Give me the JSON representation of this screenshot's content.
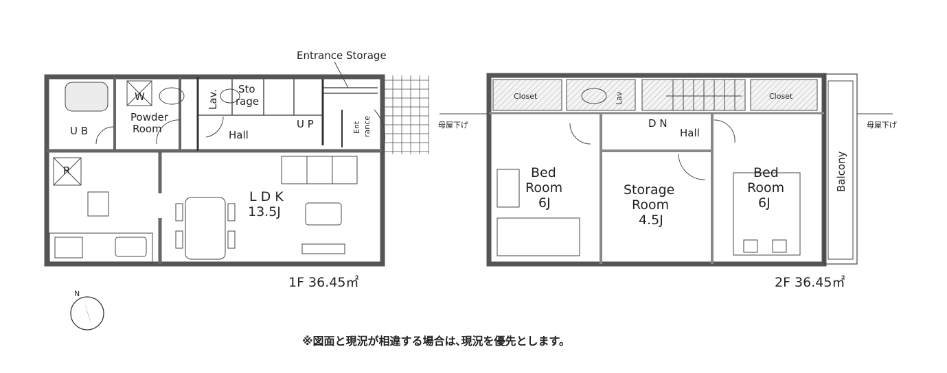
{
  "floor1": {
    "area_label": "1F 36.45㎡",
    "rooms": {
      "ub": "U B",
      "washer": "W",
      "powder_line1": "Powder",
      "powder_line2": "Room",
      "lav": "Lav.",
      "storage_line1": "Sto",
      "storage_line2": "rage",
      "up": "U P",
      "hall": "Hall",
      "entrance_line1": "Ent",
      "entrance_line2": "rance",
      "entrance_storage": "Entrance Storage",
      "fridge": "R",
      "ldk": "L D K",
      "ldk_size": "13.5J"
    }
  },
  "floor2": {
    "area_label": "2F 36.45㎡",
    "rooms": {
      "closet_left": "Closet",
      "closet_right": "Closet",
      "lav": "Lav",
      "dn": "D N",
      "hall": "Hall",
      "bed_left_line1": "Bed",
      "bed_left_line2": "Room",
      "bed_left_size": "6J",
      "storage_line1": "Storage",
      "storage_line2": "Room",
      "storage_size": "4.5J",
      "bed_right_line1": "Bed",
      "bed_right_line2": "Room",
      "bed_right_size": "6J",
      "balcony": "Balcony"
    },
    "roof_note_left": "母屋下げ",
    "roof_note_right": "母屋下げ"
  },
  "compass": {
    "label": "N"
  },
  "footer_note": "※図面と現況が相違する場合は､現況を優先とします。"
}
